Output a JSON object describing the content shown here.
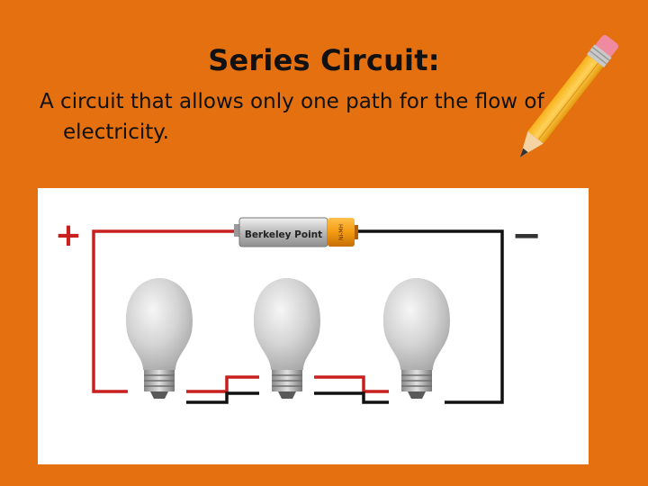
{
  "slide": {
    "title": "Series Circuit:",
    "definition": "A circuit that allows only one path for the flow of electricity.",
    "background_color": "#e5700f"
  },
  "diagram": {
    "positive_terminal": "+",
    "negative_terminal": "−",
    "battery_label": "Berkeley Point",
    "battery_side_label": "Ni-MH",
    "bulb_count": 3,
    "wire_colors": {
      "positive": "#c8201e",
      "negative": "#111111"
    }
  },
  "icons": {
    "pencil": "pencil-icon"
  }
}
